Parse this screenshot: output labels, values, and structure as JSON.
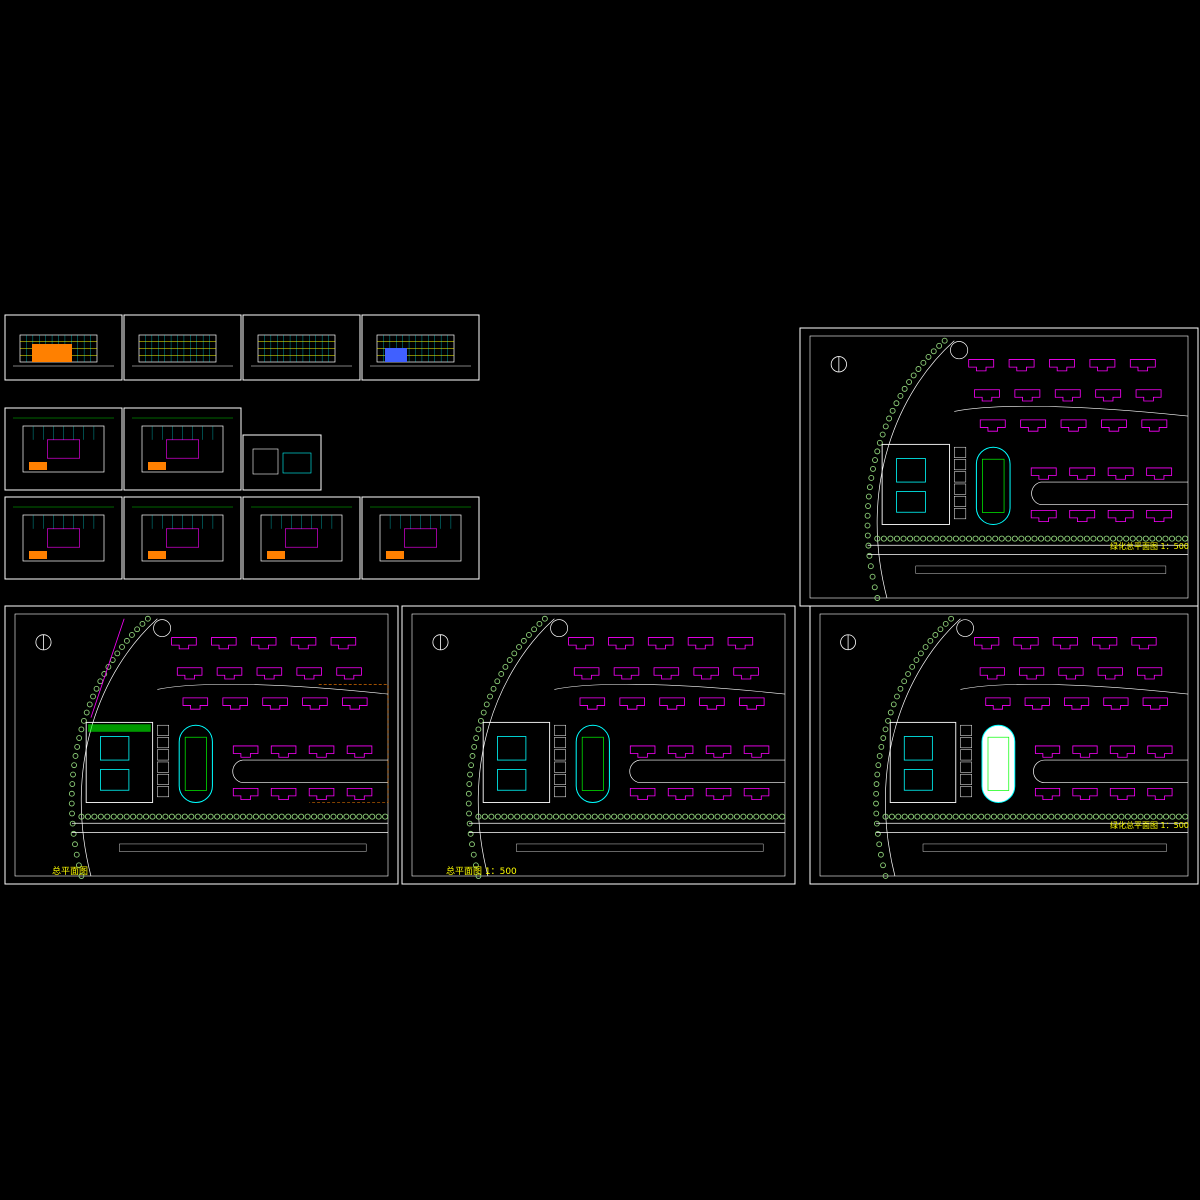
{
  "title_plan_1": "总平面图",
  "title_plan_2": "总平面图 1：500",
  "title_plan_3": "绿化总平面图 1：500",
  "title_plan_4": "绿化总平面图 1：500",
  "north_label": "N",
  "colors": {
    "background": "#000000",
    "frame": "#ffffff",
    "road": "#ffffff",
    "building": "#ff00ff",
    "tree": "#8fd17a",
    "field": "#00ffff",
    "highlight": "#ffff00",
    "orange": "#ff8000",
    "red": "#ff2020",
    "blue": "#4060ff",
    "green": "#00ff00"
  },
  "sheets": [
    {
      "id": "elevation-1"
    },
    {
      "id": "elevation-2"
    },
    {
      "id": "elevation-3"
    },
    {
      "id": "elevation-4"
    },
    {
      "id": "floor-plan-a"
    },
    {
      "id": "floor-plan-b"
    },
    {
      "id": "detail-small"
    },
    {
      "id": "floor-plan-1"
    },
    {
      "id": "floor-plan-2"
    },
    {
      "id": "floor-plan-3"
    },
    {
      "id": "floor-plan-4"
    },
    {
      "id": "site-plan-greening-top"
    },
    {
      "id": "site-plan-main"
    },
    {
      "id": "site-plan-500"
    },
    {
      "id": "site-plan-greening-bottom"
    }
  ]
}
